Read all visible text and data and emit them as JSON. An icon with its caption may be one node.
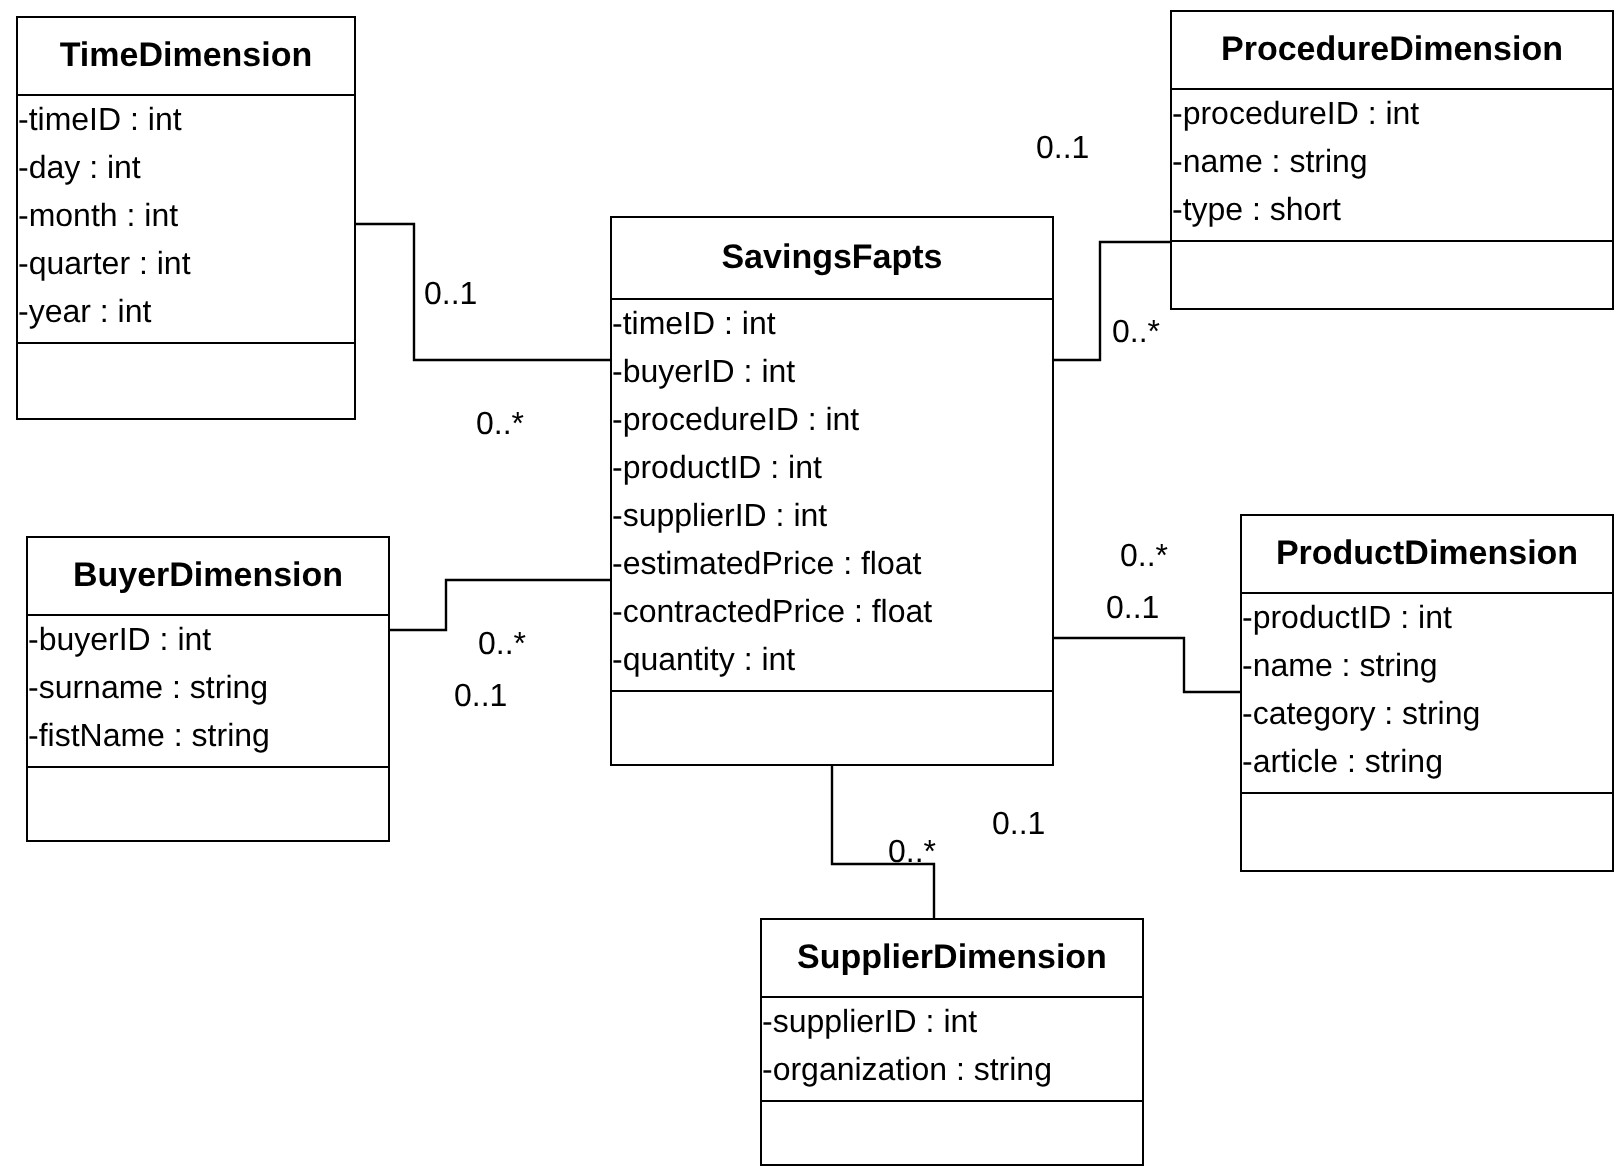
{
  "diagram": {
    "nodes": [
      {
        "text": [
          "TimeDimension",
          "-timeID : int",
          "-day : int",
          "-month : int",
          "-quarter : int",
          "-year : int"
        ]
      },
      {
        "text": [
          "ProcedureDimension",
          "-procedureID : int",
          "-name : string",
          "-type : short"
        ]
      },
      {
        "text": [
          "SavingsFapts",
          "-timeID : int",
          "-buyerID : int",
          "-procedureID : int",
          "-productID : int",
          "-supplierID : int",
          "-estimatedPrice : float",
          "-contractedPrice : float",
          "-quantity : int"
        ]
      },
      {
        "text": [
          "BuyerDimension",
          "-buyerID : int",
          "-surname : string",
          "-fistName : string"
        ]
      },
      {
        "text": [
          "ProductDimension",
          "-productID : int",
          "-name : string",
          "-category : string",
          "-article : string"
        ]
      },
      {
        "text": [
          "SupplierDimension",
          "-supplierID : int",
          "-organization : string"
        ]
      }
    ],
    "edges": [
      {
        "from": 0,
        "to": 2,
        "arrow": "none"
      },
      {
        "from": 3,
        "to": 2,
        "arrow": "none"
      },
      {
        "from": 2,
        "to": 1,
        "arrow": "none"
      },
      {
        "from": 2,
        "to": 4,
        "arrow": "none"
      },
      {
        "from": 2,
        "to": 5,
        "arrow": "none"
      }
    ],
    "labels": [
      "0..1",
      "0..1",
      "0..*",
      "0..*",
      "0..*",
      "0..1",
      "0..*",
      "0..1",
      "0..1",
      "0..*"
    ]
  }
}
